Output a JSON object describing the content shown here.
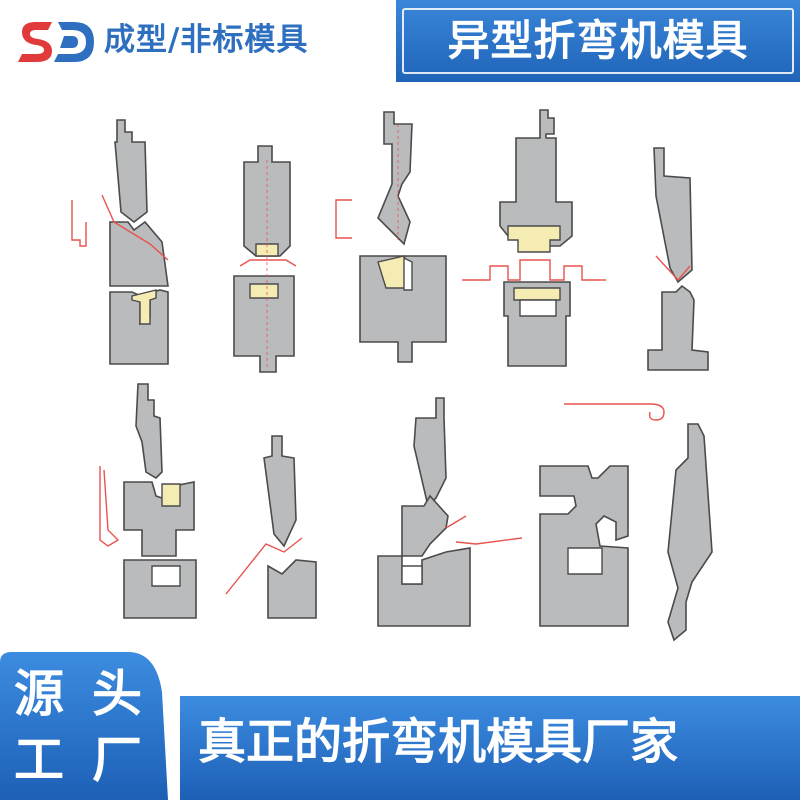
{
  "header": {
    "logo_mark": "SD",
    "logo_text": "成型/非标模具",
    "title": "异型折弯机模具"
  },
  "footer": {
    "slogan_left_line1": "源头",
    "slogan_left_line2": "工厂",
    "slogan_right": "真正的折弯机模具厂家"
  },
  "colors": {
    "brand_blue": "#2e6fc0",
    "banner_blue": "#1f64b8",
    "tool_gray": "#b9bbbd",
    "insert_yellow": "#f5ecb4",
    "sheet_red": "#e8534f"
  }
}
